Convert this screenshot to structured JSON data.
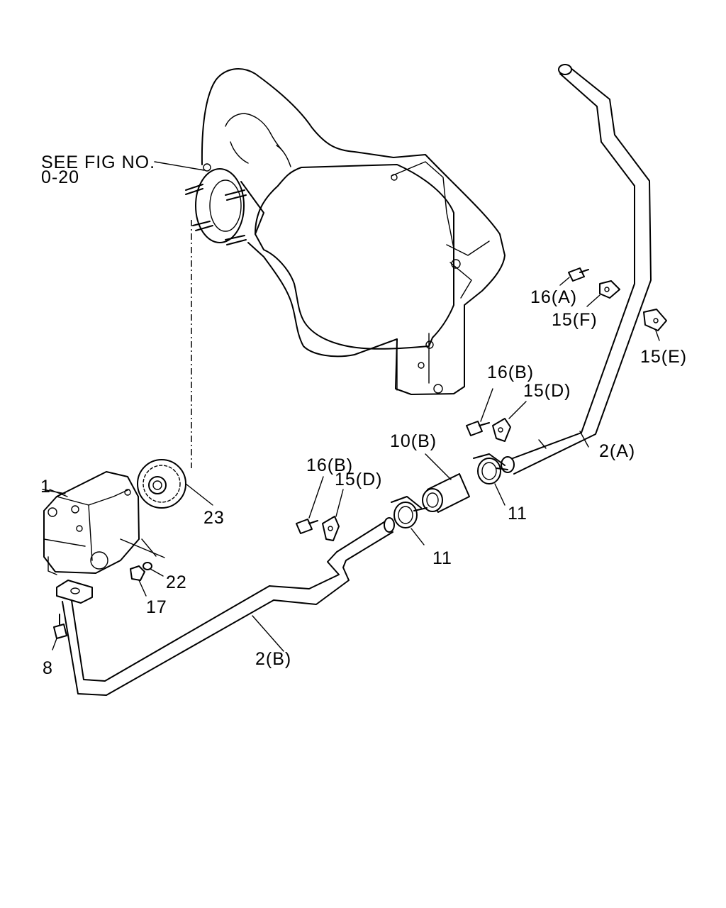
{
  "callouts": {
    "see_fig": "SEE FIG NO.",
    "see_fig_num": "0-20",
    "p16A": "16(A)",
    "p15F": "15(F)",
    "p15E": "15(E)",
    "p16B_upper": "16(B)",
    "p15D_upper": "15(D)",
    "p10B": "10(B)",
    "p2A": "2(A)",
    "p11_right": "11",
    "p16B_lower": "16(B)",
    "p15D_lower": "15(D)",
    "p11_left": "11",
    "p1": "1",
    "p23": "23",
    "p22": "22",
    "p17": "17",
    "p8": "8",
    "p2B": "2(B)"
  }
}
